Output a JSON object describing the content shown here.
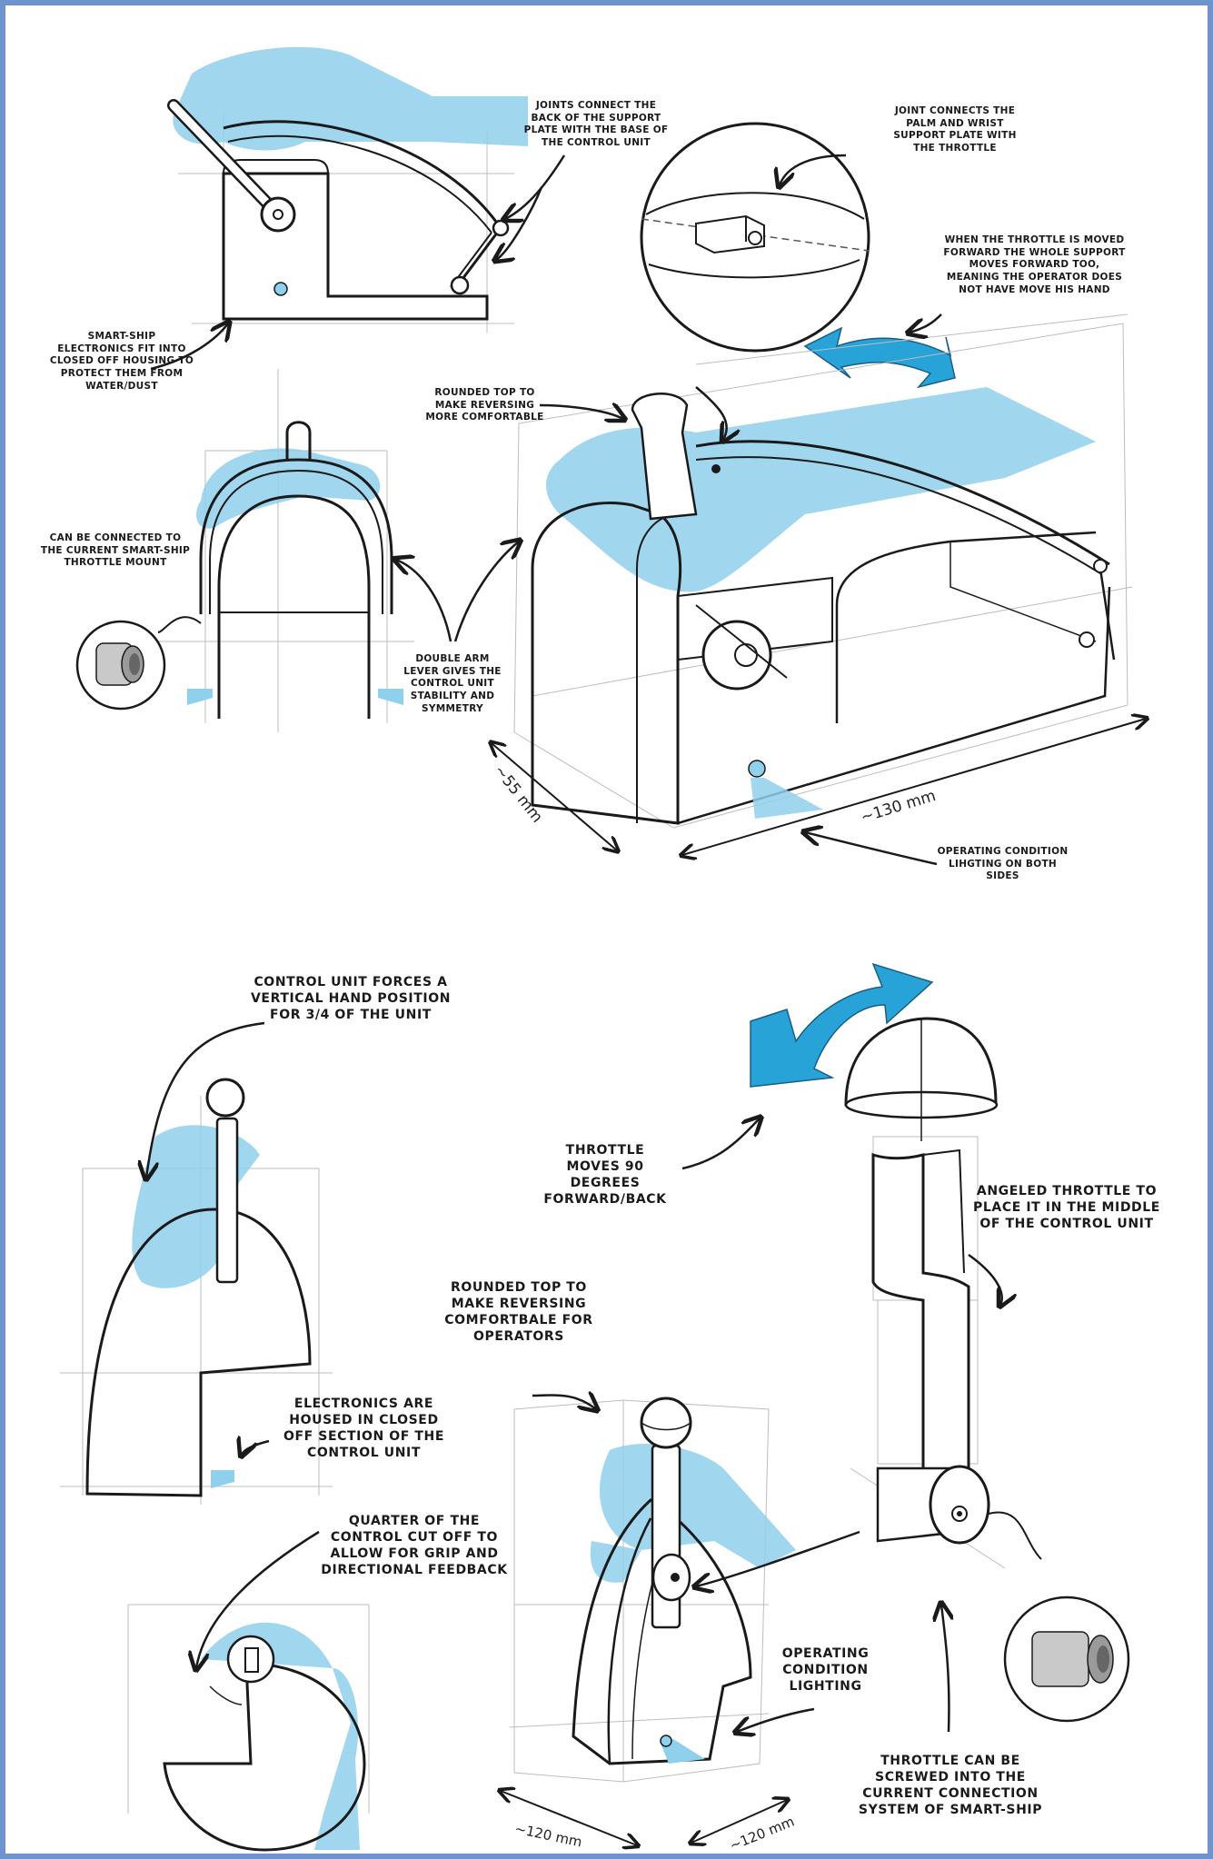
{
  "annotations": {
    "joints_back": "Joints connect the back of the support plate with the base of the control unit",
    "joint_palm": "Joint connects the palm and wrist support plate with the throttle",
    "throttle_moved": "When the throttle is moved forward the whole support moves forward too, meaning the operator does not have move his hand",
    "electronics_housing": "Smart-ship electronics fit into closed off housing to protect them from water/dust",
    "rounded_top_small": "Rounded top to make reversing more comfortable",
    "can_be_connected": "Can be connected to the current smart-ship throttle mount",
    "double_arm": "Double arm lever gives the control unit stability and symmetry",
    "operating_both": "Operating condition lihgting on both sides",
    "vertical_hand": "Control unit forces a vertical hand position for 3/4 of the unit",
    "throttle_90": "Throttle moves 90 degrees forward/back",
    "angeled_throttle": "Angeled throttle to place it in the middle of the control unit",
    "rounded_top_large": "Rounded top to make reversing comfortbale for operators",
    "electronics_closed": "Electronics are housed in closed off section of the control unit",
    "quarter_cut": "Quarter of the control cut off to allow for grip and directional feedback",
    "operating_lighting": "Operating condition lighting",
    "screwed": "Throttle can be screwed into the current connection system of smart-ship"
  },
  "dimensions": {
    "depth_top": "~55 mm",
    "width_top": "~130 mm",
    "depth_bottom": "~120 mm",
    "width_bottom": "~120 mm"
  },
  "colors": {
    "frame": "#6f93cc",
    "hand_fill": "#8fd0ec",
    "arrow_blue": "#27a3d8",
    "ink": "#1a1a1a",
    "guide": "#b9b9b9"
  }
}
